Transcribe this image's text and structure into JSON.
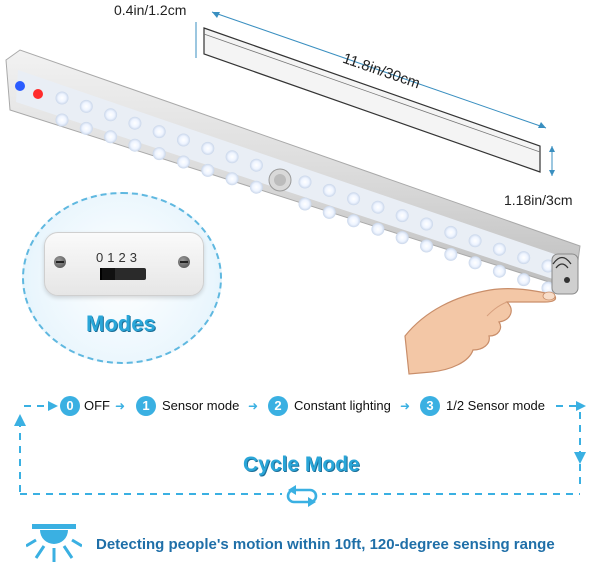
{
  "dimensions": {
    "thickness": "0.4in/1.2cm",
    "length": "11.8in/30cm",
    "height": "1.18in/3cm"
  },
  "modes": {
    "switch_numbers": "0123",
    "label": "Modes"
  },
  "cycle": {
    "steps": [
      {
        "number": "0",
        "label": "OFF"
      },
      {
        "number": "1",
        "label": "Sensor mode"
      },
      {
        "number": "2",
        "label": "Constant lighting"
      },
      {
        "number": "3",
        "label": "1/2 Sensor mode"
      }
    ],
    "title": "Cycle Mode"
  },
  "sensing": {
    "text": "Detecting people's motion within 10ft, 120-degree sensing range"
  },
  "colors": {
    "accent": "#3ab0e2",
    "title_blue": "#2aa6d8",
    "sensing_text": "#1f6fa8"
  },
  "icons": [
    "motion-sensor-icon",
    "cycle-arrows-icon",
    "hand-touch-icon",
    "screw-icon"
  ]
}
